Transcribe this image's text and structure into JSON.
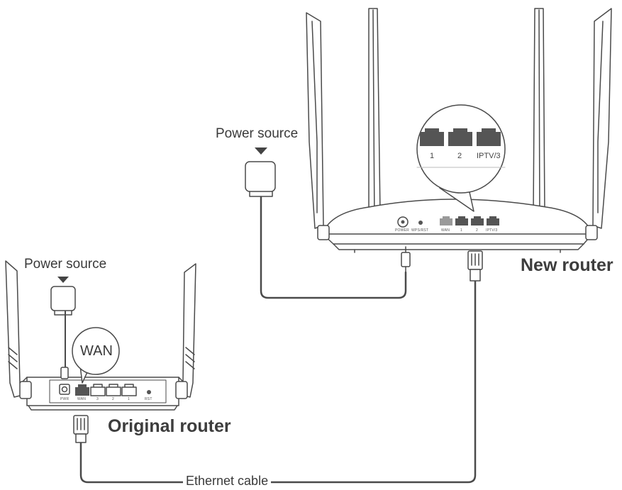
{
  "labels": {
    "power_source_new": "Power source",
    "power_source_original": "Power source",
    "new_router": "New router",
    "original_router": "Original router",
    "ethernet_cable": "Ethernet cable",
    "wan_callout": "WAN"
  },
  "new_router_ports": {
    "zoom": [
      "1",
      "2",
      "IPTV/3"
    ],
    "panel": [
      "POWER",
      "WPS/RST",
      "WAN",
      "1",
      "2",
      "IPTV/3"
    ]
  },
  "original_router_ports": [
    "PWR",
    "WAN",
    "3",
    "2",
    "1",
    "RST"
  ],
  "colors": {
    "line": "#4a4a4a",
    "body": "#ffffff",
    "port_dark": "#555555",
    "port_light": "#9a9a9a"
  }
}
